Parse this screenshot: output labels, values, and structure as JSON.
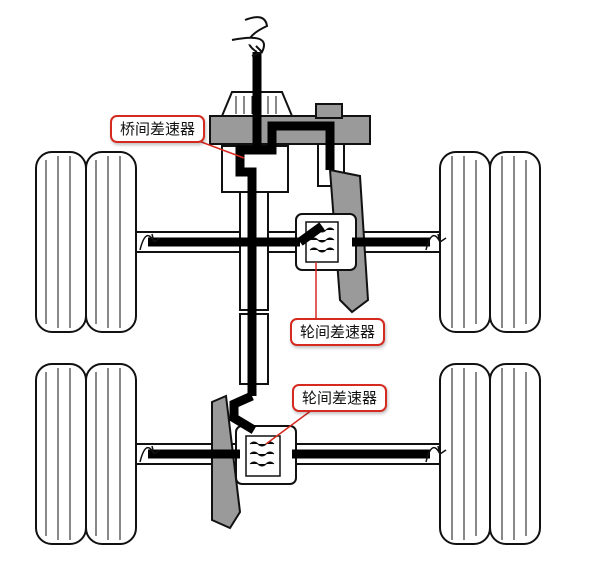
{
  "labels": {
    "inter_axle_diff": "桥间差速器",
    "inter_wheel_diff_front": "轮间差速器",
    "inter_wheel_diff_rear": "轮间差速器"
  },
  "colors": {
    "callout_border": "#d42a20",
    "leader_line": "#d42a20",
    "drivetrain_path": "#000000",
    "outline": "#111111",
    "component_fill": "#ffffff",
    "housing_fill": "#9a9a9a"
  },
  "icons": {
    "input_rotation": "rotation-arrow-icon",
    "axle_end_rotation": "rotation-arrow-icon"
  }
}
